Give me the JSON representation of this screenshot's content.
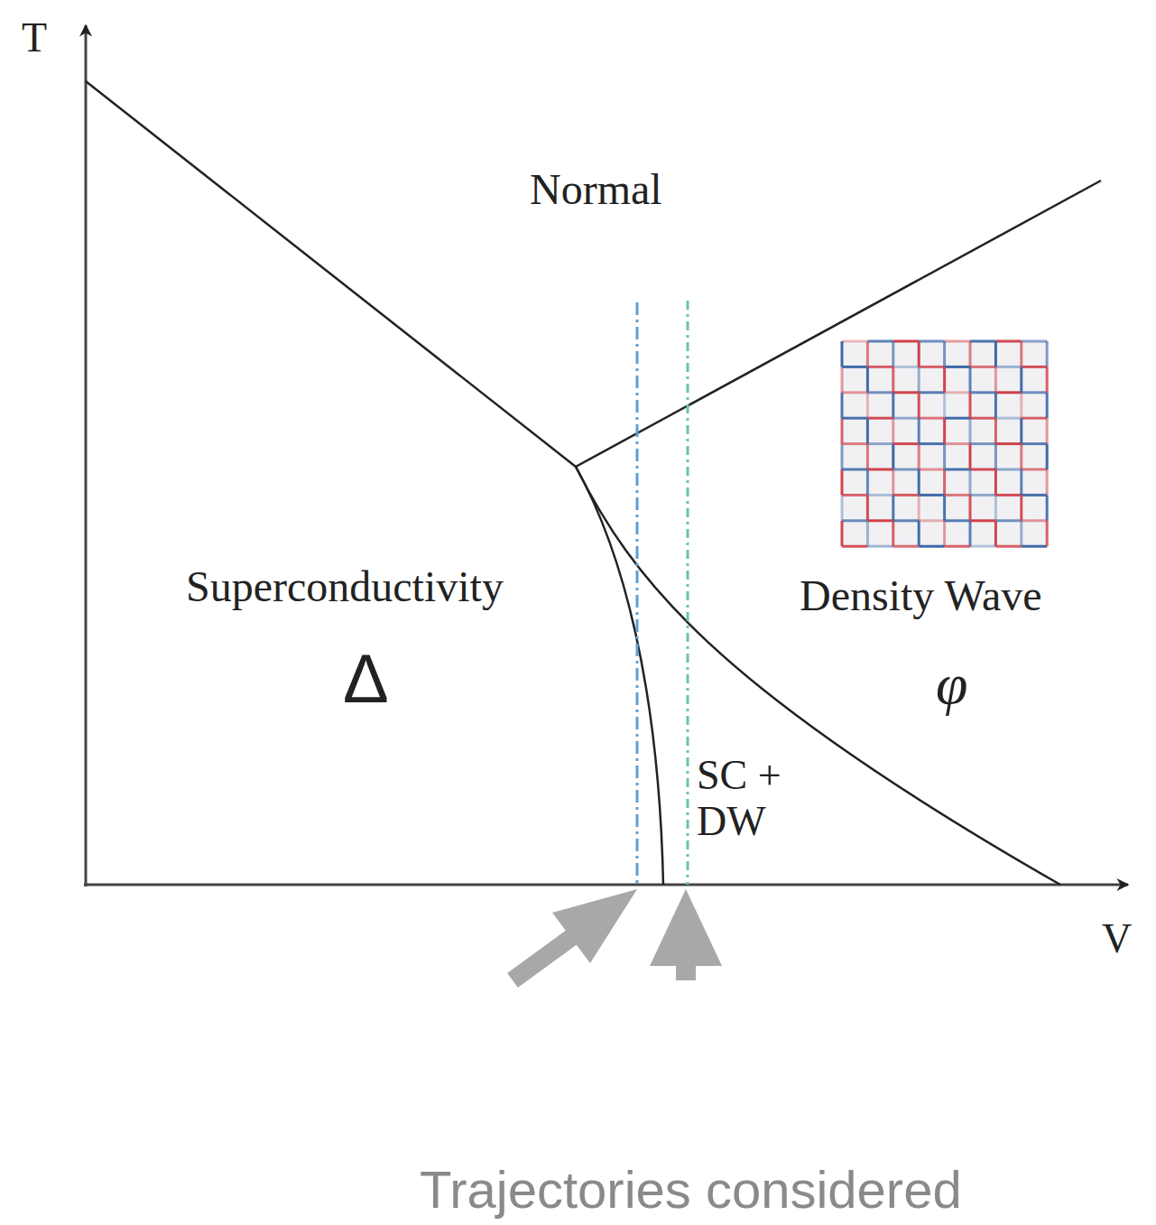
{
  "diagram": {
    "labels": [
      "T",
      "Normal",
      "Superconductivity",
      "Δ",
      "Density Wave",
      "φ",
      "SC + DW",
      "V",
      "Trajectories considered"
    ]
  }
}
